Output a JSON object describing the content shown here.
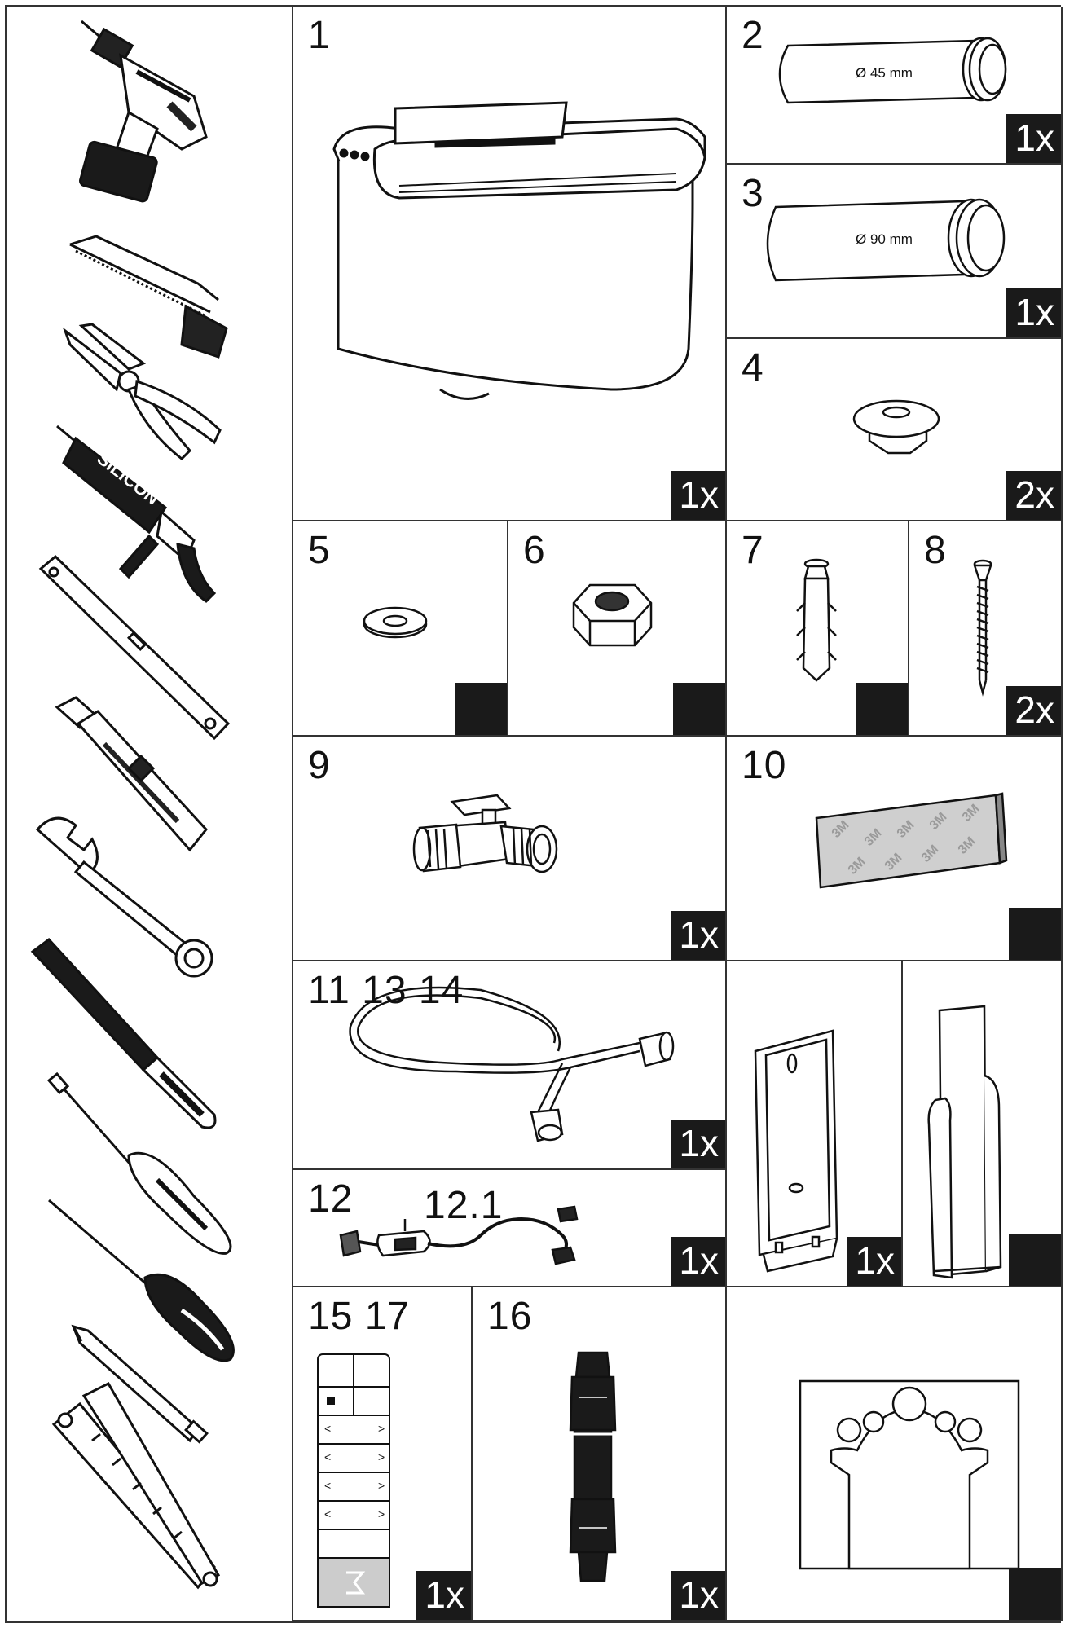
{
  "tools_column": {
    "icons": [
      "drill-icon",
      "hacksaw-icon",
      "pliers-icon",
      "silicone-gun-icon",
      "spirit-level-icon",
      "utility-knife-icon",
      "wrench-icon",
      "file-icon",
      "screwdriver-flat-icon",
      "screwdriver-phillips-icon",
      "pencil-icon",
      "folding-rule-icon"
    ],
    "silicon_label": "SILICON"
  },
  "parts": {
    "p1": {
      "number": "1",
      "qty": "1x"
    },
    "p2": {
      "number": "2",
      "qty": "1x",
      "dimension": "Ø 45 mm"
    },
    "p3": {
      "number": "3",
      "qty": "1x",
      "dimension": "Ø 90 mm"
    },
    "p4": {
      "number": "4",
      "qty": "2x"
    },
    "p5": {
      "number": "5",
      "qty": ""
    },
    "p6": {
      "number": "6",
      "qty": ""
    },
    "p7": {
      "number": "7",
      "qty": ""
    },
    "p8": {
      "number": "8",
      "qty": "2x"
    },
    "p9": {
      "number": "9",
      "qty": "1x"
    },
    "p10": {
      "number": "10",
      "qty": ""
    },
    "p11": {
      "number": "11 13 14",
      "qty": "1x"
    },
    "p12": {
      "number": "12",
      "sub_number": "12.1",
      "qty": "1x"
    },
    "p_bracket_a": {
      "qty": "1x"
    },
    "p_bracket_b": {
      "qty": ""
    },
    "p15": {
      "number": "15 17",
      "qty": "1x"
    },
    "p16": {
      "number": "16",
      "qty": "1x"
    },
    "p_template": {
      "qty": ""
    }
  },
  "colors": {
    "ink": "#111111",
    "badge": "#1a1a1a",
    "paper": "#ffffff"
  }
}
